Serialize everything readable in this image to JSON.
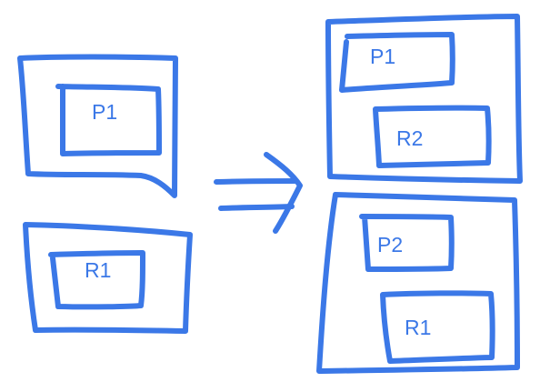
{
  "labels": {
    "left_top_inner": "P1",
    "left_bottom_inner": "R1",
    "right_top_first": "P1",
    "right_top_second": "R2",
    "right_bottom_first": "P2",
    "right_bottom_second": "R1"
  },
  "colors": {
    "ink": "#3b78e7",
    "background": "#ffffff"
  },
  "icons": {
    "transform": "double-arrow-right-icon"
  }
}
